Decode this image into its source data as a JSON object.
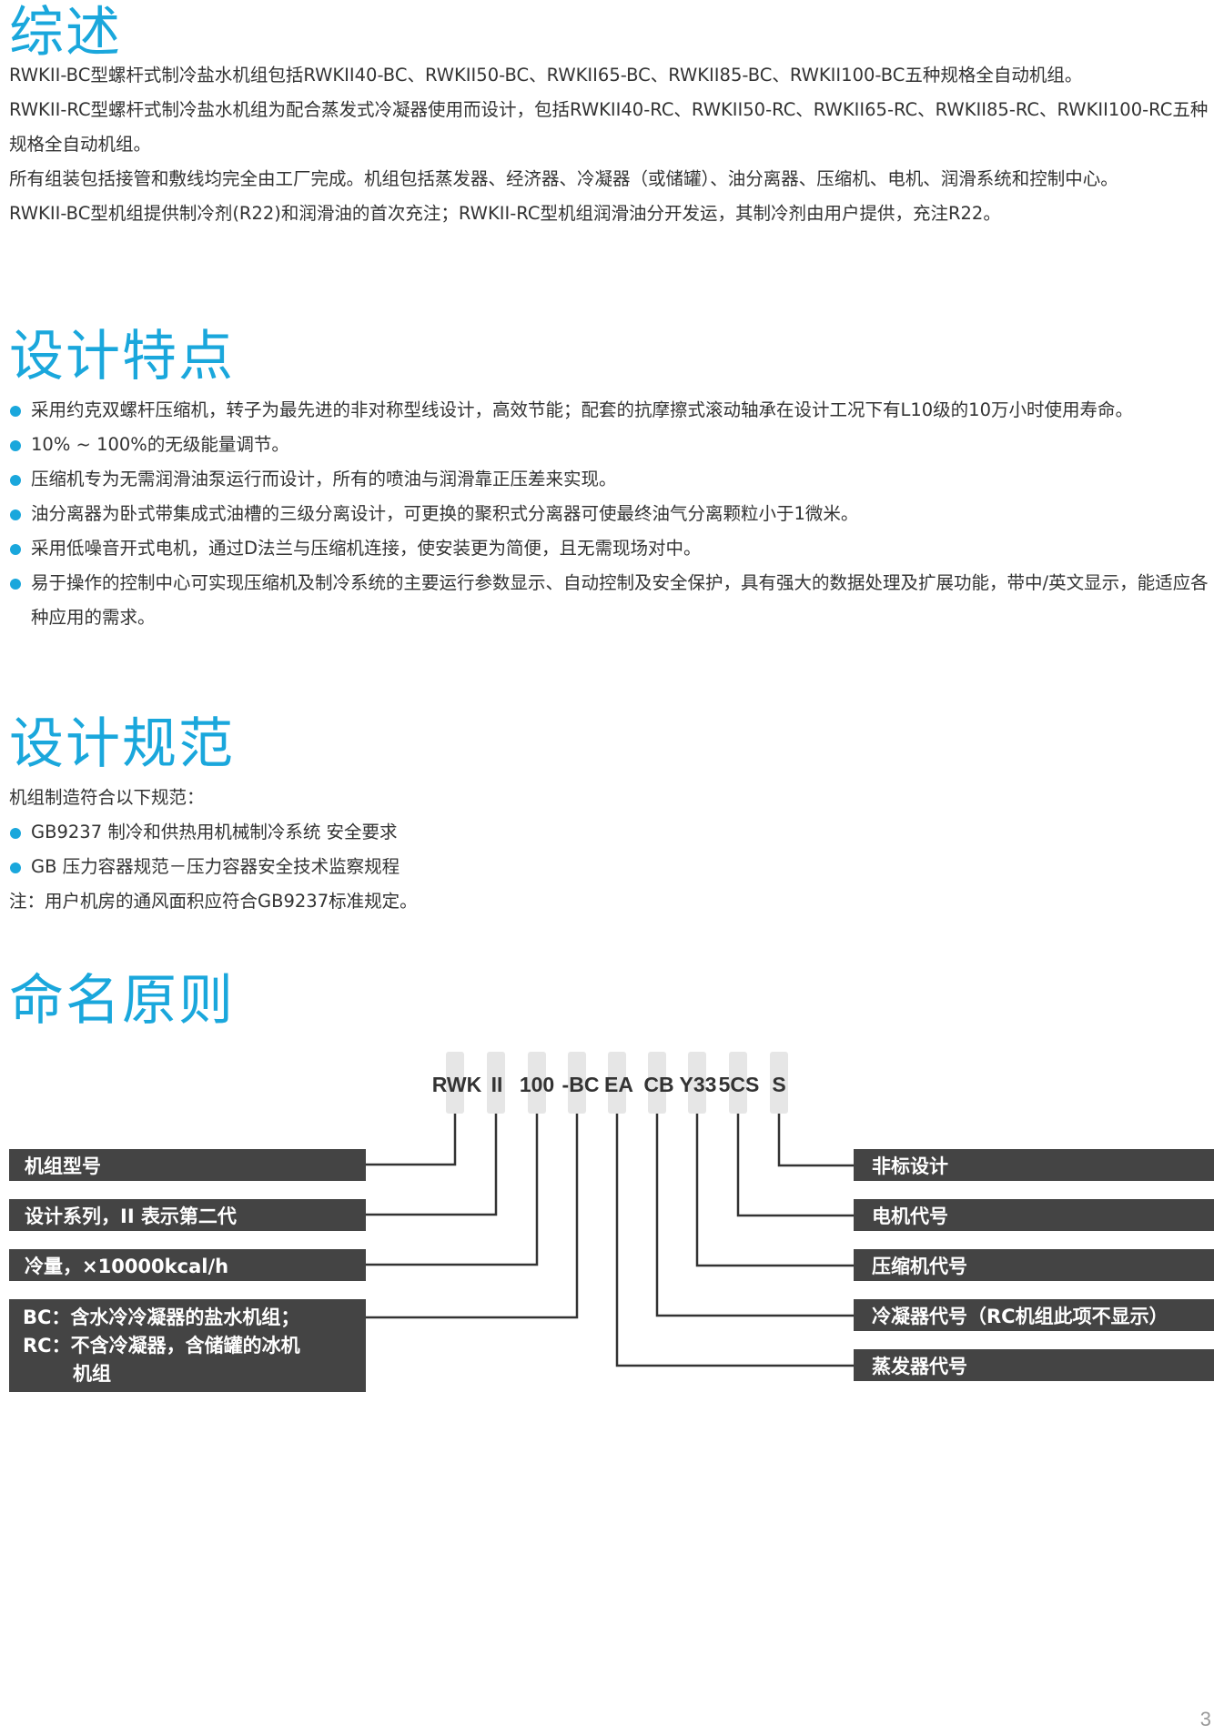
{
  "overview": {
    "title": "综述",
    "paragraphs": [
      "RWKII-BC型螺杆式制冷盐水机组包括RWKII40-BC、RWKII50-BC、RWKII65-BC、RWKII85-BC、RWKII100-BC五种规格全自动机组。",
      "RWKII-RC型螺杆式制冷盐水机组为配合蒸发式冷凝器使用而设计，包括RWKII40-RC、RWKII50-RC、RWKII65-RC、RWKII85-RC、RWKII100-RC五种规格全自动机组。",
      "所有组装包括接管和敷线均完全由工厂完成。机组包括蒸发器、经济器、冷凝器（或储罐）、油分离器、压缩机、电机、润滑系统和控制中心。",
      "RWKII-BC型机组提供制冷剂(R22)和润滑油的首次充注；RWKII-RC型机组润滑油分开发运，其制冷剂由用户提供，充注R22。"
    ]
  },
  "features": {
    "title": "设计特点",
    "items": [
      "采用约克双螺杆压缩机，转子为最先进的非对称型线设计，高效节能；配套的抗摩擦式滚动轴承在设计工况下有L10级的10万小时使用寿命。",
      "10% ~ 100%的无级能量调节。",
      "压缩机专为无需润滑油泵运行而设计，所有的喷油与润滑靠正压差来实现。",
      "油分离器为卧式带集成式油槽的三级分离设计，可更换的聚积式分离器可使最终油气分离颗粒小于1微米。",
      "采用低噪音开式电机，通过D法兰与压缩机连接，使安装更为简便，且无需现场对中。",
      "易于操作的控制中心可实现压缩机及制冷系统的主要运行参数显示、自动控制及安全保护，具有强大的数据处理及扩展功能，带中/英文显示，能适应各种应用的需求。"
    ]
  },
  "standards": {
    "title": "设计规范",
    "intro": "机组制造符合以下规范：",
    "items": [
      "GB9237  制冷和供热用机械制冷系统 安全要求",
      "GB 压力容器规范－压力容器安全技术监察规程"
    ],
    "note": "注：用户机房的通风面积应符合GB9237标准规定。"
  },
  "naming": {
    "title": "命名原则",
    "segments": [
      "RWK",
      "II",
      "100",
      "-BC",
      "EA",
      "CB",
      "Y33",
      "5CS",
      "S"
    ],
    "left_labels": [
      "机组型号",
      "设计系列，II 表示第二代",
      "冷量，×10000kcal/h",
      "BC：含水冷冷凝器的盐水机组；",
      "RC：不含冷凝器，含储罐的冰机",
      "机组"
    ],
    "right_labels": [
      "非标设计",
      "电机代号",
      "压缩机代号",
      "冷凝器代号（RC机组此项不显示）",
      "蒸发器代号"
    ]
  },
  "colors": {
    "accent": "#1aa7dc",
    "label_bg": "#444444",
    "segment_bg": "#e6e6e6"
  },
  "page_number": "3"
}
